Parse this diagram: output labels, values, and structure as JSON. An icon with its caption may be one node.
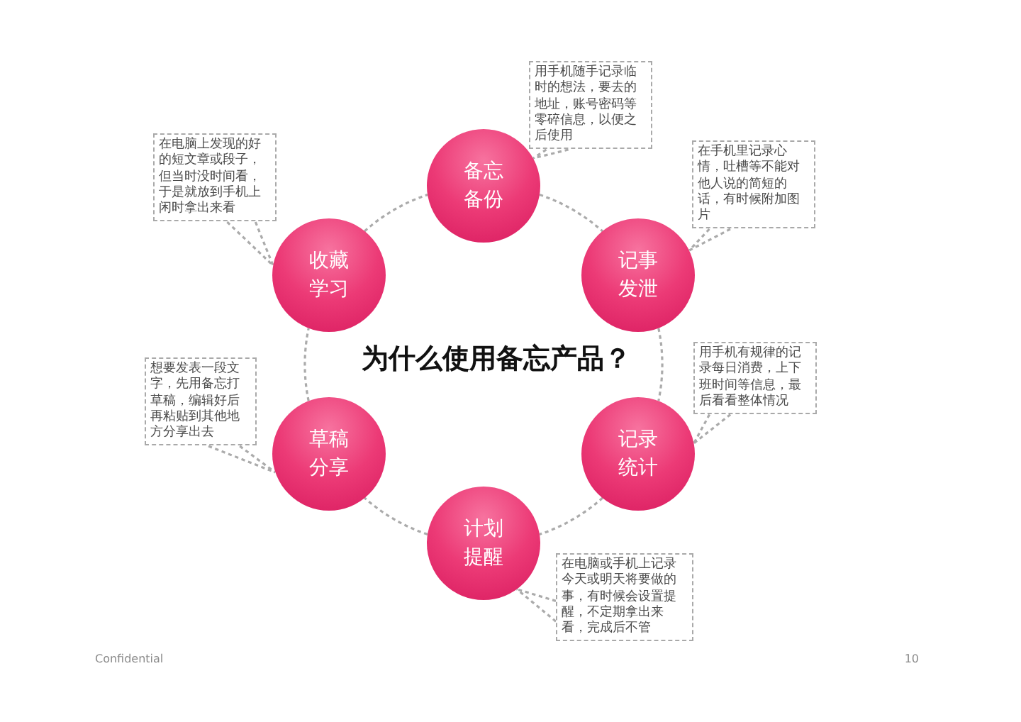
{
  "diagram": {
    "title": "为什么使用备忘产品？",
    "nodes": [
      {
        "text": [
          "备忘备份"
        ]
      },
      {
        "text": [
          "用手机随手记录临时的想法，要去的地址，账号密码等零碎信息，以便之后使用"
        ]
      },
      {
        "text": [
          "记事发泄"
        ]
      },
      {
        "text": [
          "在手机里记录心情，吐槽等不能对他人说的简短的话，有时候附加图片"
        ]
      },
      {
        "text": [
          "记录统计"
        ]
      },
      {
        "text": [
          "用手机有规律的记录每日消费，上下班时间等信息，最后看看整体情况"
        ]
      },
      {
        "text": [
          "计划提醒"
        ]
      },
      {
        "text": [
          "在电脑或手机上记录今天或明天将要做的事，有时候会设置提醒，不定期拿出来看，完成后不管"
        ]
      },
      {
        "text": [
          "草稿分享"
        ]
      },
      {
        "text": [
          "想要发表一段文字，先用备忘打草稿，编辑好后再粘贴到其他地方分享出去"
        ]
      },
      {
        "text": [
          "收藏学习"
        ]
      },
      {
        "text": [
          "在电脑上发现的好的短文章或段子，但当时没时间看，于是就放到手机上闲时拿出来看"
        ]
      }
    ],
    "edges": [
      {
        "from": 0,
        "to": 2,
        "arrow": "none",
        "style": "dashed"
      },
      {
        "from": 2,
        "to": 4,
        "arrow": "none",
        "style": "dashed"
      },
      {
        "from": 4,
        "to": 6,
        "arrow": "none",
        "style": "dashed"
      },
      {
        "from": 6,
        "to": 8,
        "arrow": "none",
        "style": "dashed"
      },
      {
        "from": 8,
        "to": 10,
        "arrow": "none",
        "style": "dashed"
      },
      {
        "from": 10,
        "to": 0,
        "arrow": "none",
        "style": "dashed"
      },
      {
        "from": 1,
        "to": 0,
        "arrow": "none",
        "style": "dashed"
      },
      {
        "from": 3,
        "to": 2,
        "arrow": "none",
        "style": "dashed"
      },
      {
        "from": 5,
        "to": 4,
        "arrow": "none",
        "style": "dashed"
      },
      {
        "from": 7,
        "to": 6,
        "arrow": "none",
        "style": "dashed"
      },
      {
        "from": 9,
        "to": 8,
        "arrow": "none",
        "style": "dashed"
      },
      {
        "from": 11,
        "to": 10,
        "arrow": "none",
        "style": "dashed"
      }
    ],
    "labels": [
      "Confidential",
      "10"
    ]
  }
}
